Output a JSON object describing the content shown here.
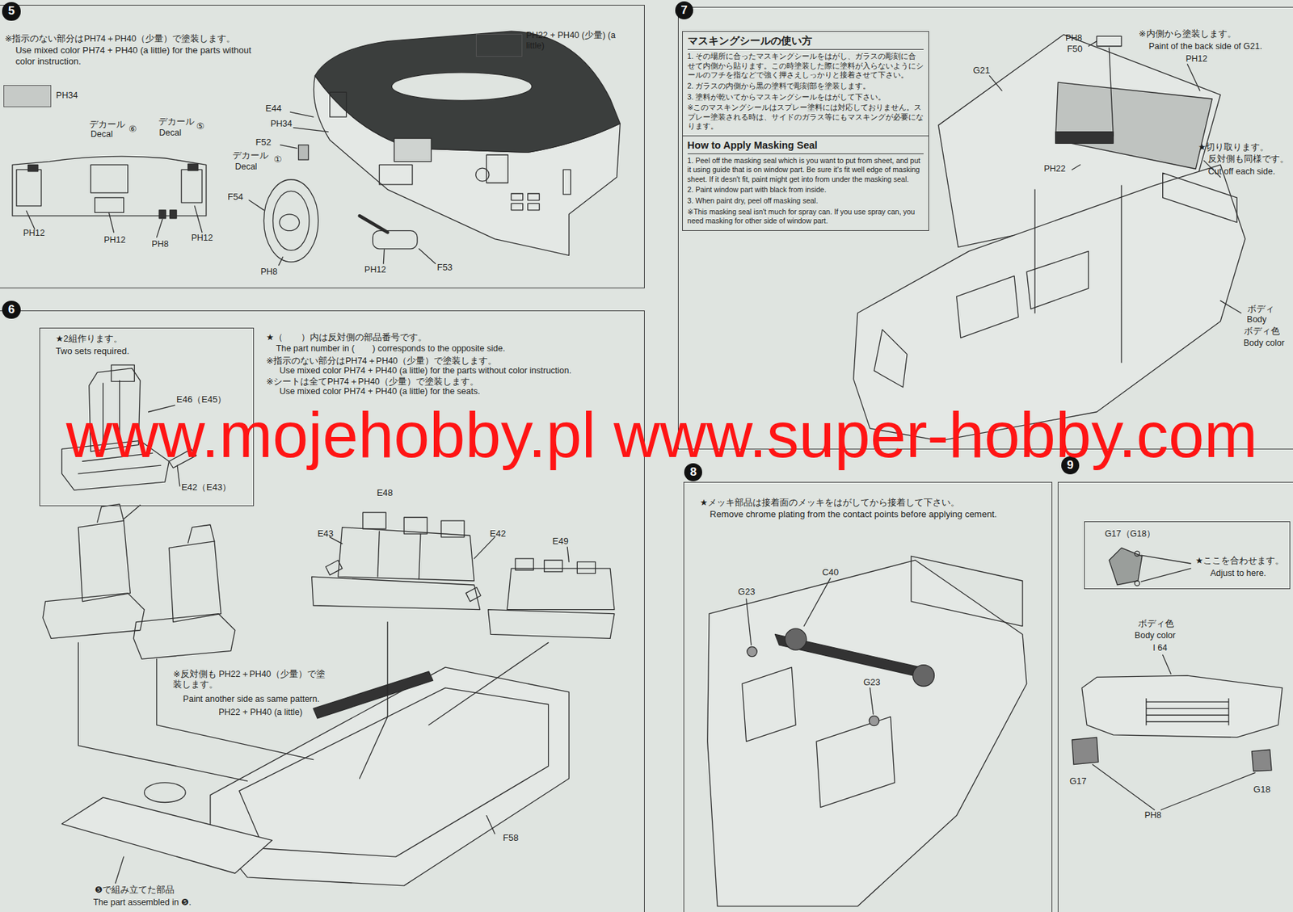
{
  "diagram": {
    "nodes": [
      {
        "text": [
          "5",
          "※指示のない部分はPH74＋PH40（少量）で塗装します。",
          "Use mixed color PH74 + PH40 (a little) for the parts without color instruction."
        ]
      },
      {
        "text": [
          "6",
          "★（　　）内は反対側の部品番号です。",
          "The part number in (　　) corresponds to the opposite side.",
          "※指示のない部分はPH74＋PH40（少量）で塗装します。",
          "Use mixed color PH74 + PH40 (a little) for the parts without color instruction.",
          "※シートは全てPH74＋PH40（少量）で塗装します。",
          "Use mixed color PH74 + PH40 (a little) for the seats."
        ]
      },
      {
        "text": [
          "★2組作ります。",
          "Two sets required."
        ],
        "in": 1
      },
      {
        "text": [
          "7"
        ]
      },
      {
        "text": [
          "マスキングシールの使い方",
          "1. その場所に合ったマスキングシールをはがし、ガラスの彫刻に合せて内側から貼ります。この時塗装した際に塗料が入らないようにシールのフチを指などで強く押さえしっかりと接着させて下さい。",
          "2. ガラスの内側から黒の塗料で彫刻部を塗装します。",
          "3. 塗料が乾いてからマスキングシールをはがして下さい。",
          "※このマスキングシールはスプレー塗料には対応しておりません。スプレー塗装される時は、サイドのガラス等にもマスキングが必要になります。"
        ],
        "in": 3
      },
      {
        "text": [
          "How to Apply Masking Seal",
          "1. Peel off the masking seal which is you want to put from sheet, and put it using guide that is on window part. Be sure it's fit well edge of masking sheet. If it desn't fit, paint might get into from under the masking seal.",
          "2. Paint window part with black from inside.",
          "3. When paint dry, peel off masking seal.",
          "※This masking seal isn't much for spray can. If you use spray can, you need masking for other side of window part."
        ],
        "in": 3
      },
      {
        "text": [
          "8",
          "★メッキ部品は接着面のメッキをはがしてから接着して下さい。",
          "Remove chrome plating from the contact points before applying cement."
        ]
      },
      {
        "text": [
          "9"
        ]
      },
      {
        "text": [
          "G17（G18）",
          "★ここを合わせます。",
          "Adjust to here."
        ],
        "in": 7
      }
    ],
    "labels": [
      "デカール",
      "Decal",
      "⑥",
      "デカール",
      "Decal",
      "⑤",
      "PH12",
      "PH12",
      "PH8",
      "PH12",
      "E44",
      "PH34",
      "F52",
      "デカール",
      "Decal",
      "①",
      "F54",
      "PH8",
      "PH12",
      "F53",
      "E46（E45）",
      "E42（E43）",
      "E48",
      "E43",
      "E42",
      "E49",
      "※反対側も PH22＋PH40（少量）で塗装します。",
      "Paint another side as same pattern.",
      "PH22 + PH40 (a little)",
      "F58",
      "❺で組み立てた部品",
      "The part assembled in ❺.",
      "PH8",
      "F50",
      "G21",
      "※内側から塗装します。",
      "Paint of the back side of G21.",
      "PH12",
      "PH22",
      "★切り取ります。",
      "反対側も同様です。",
      "Cut off each side.",
      "ボディ",
      "Body",
      "ボディ色",
      "Body color",
      "G23",
      "C40",
      "G23",
      "ボディ色",
      "Body color",
      "I 64",
      "G17",
      "G18",
      "PH8",
      "www.mojehobby.pl www.super-hobby.com"
    ],
    "legend": [
      {
        "text": "PH34",
        "color": "#c6cac7"
      },
      {
        "text": "PH22 + PH40 (少量) (a little)",
        "color": "#3a3d3c"
      }
    ]
  }
}
